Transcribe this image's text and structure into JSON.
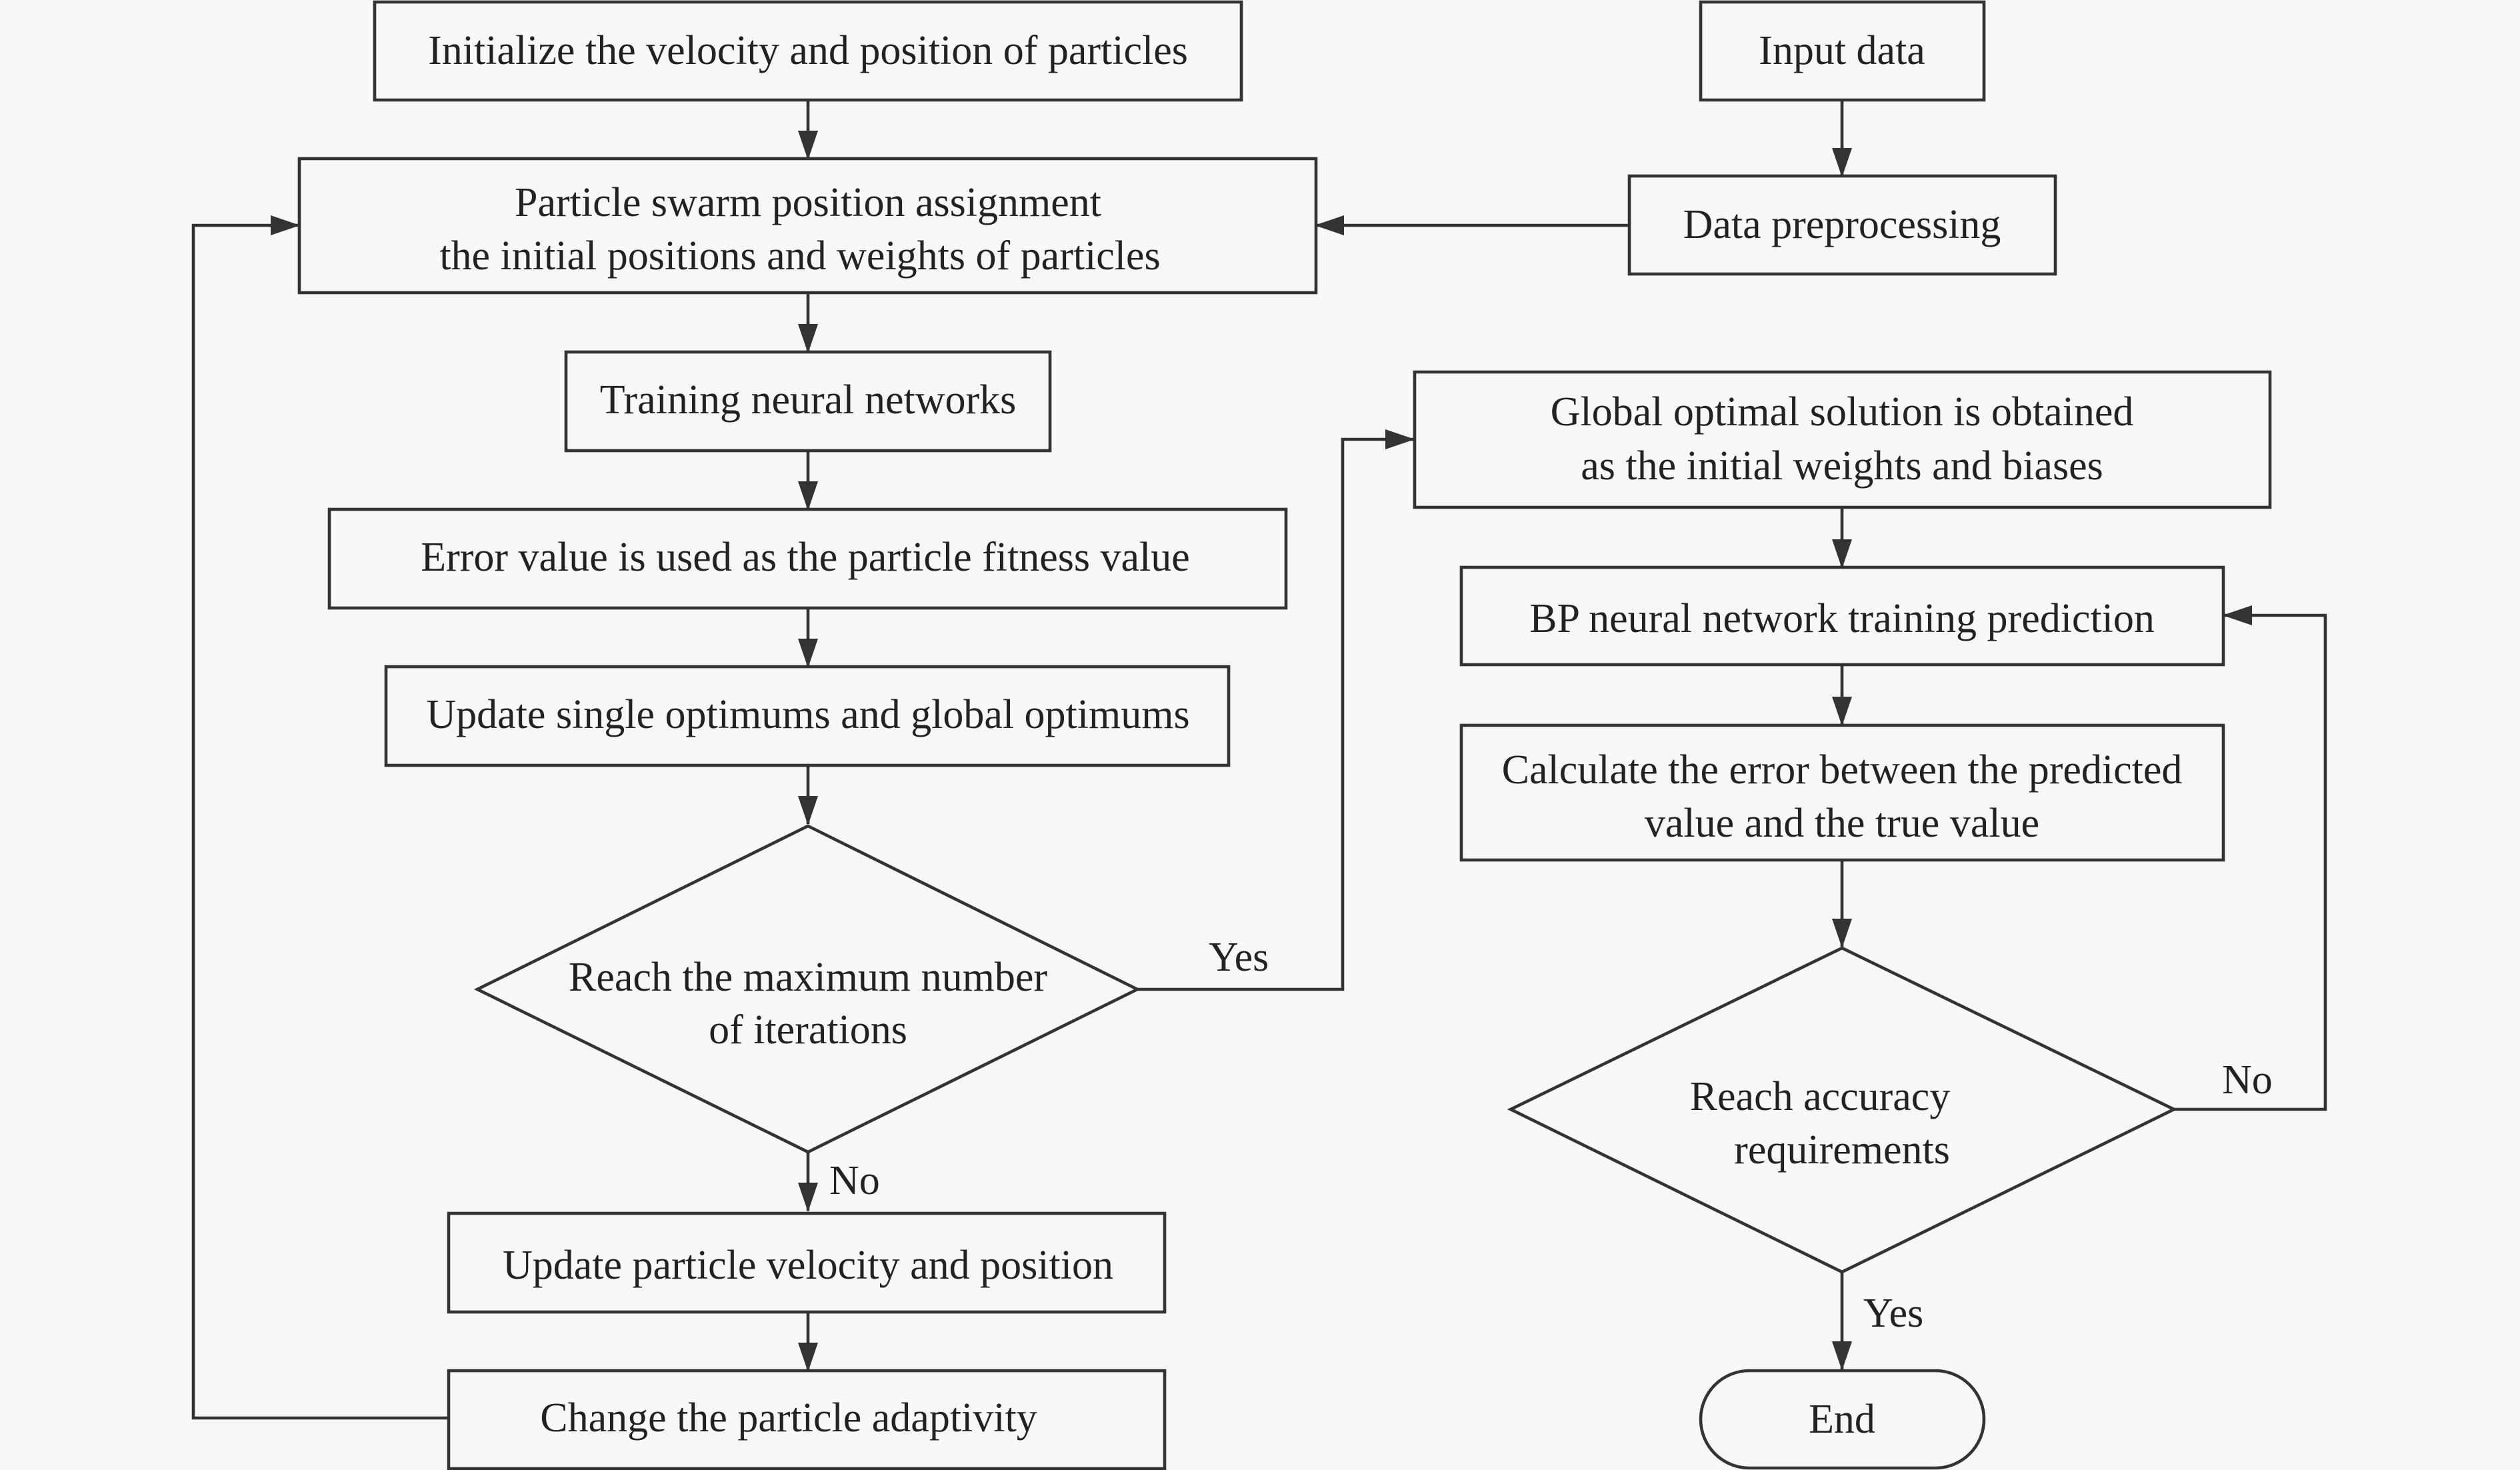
{
  "nodes": {
    "init": {
      "text": "Initialize the velocity and position of particles"
    },
    "input": {
      "text": "Input data"
    },
    "assign": {
      "line1": "Particle swarm position assignment",
      "line2": "the initial positions and weights of particles"
    },
    "preprocess": {
      "text": "Data preprocessing"
    },
    "train": {
      "text": "Training neural networks"
    },
    "fitness": {
      "text": "Error value is used as the particle fitness value"
    },
    "update_opt": {
      "text": "Update single optimums and global optimums"
    },
    "max_iter": {
      "line1": "Reach the maximum number",
      "line2": "of iterations"
    },
    "update_vel": {
      "text": "Update particle velocity and position"
    },
    "adapt": {
      "text": "Change the particle adaptivity"
    },
    "global": {
      "line1": "Global optimal solution is obtained",
      "line2": "as the initial weights and biases"
    },
    "bp_train": {
      "text": "BP neural network training prediction"
    },
    "calc_err": {
      "line1": "Calculate the error between the predicted",
      "line2": "value and the true value"
    },
    "accuracy": {
      "line1": "Reach accuracy",
      "line2": "requirements"
    },
    "end": {
      "text": "End"
    }
  },
  "edge_labels": {
    "iter_yes": "Yes",
    "iter_no": "No",
    "acc_no": "No",
    "acc_yes": "Yes"
  },
  "colors": {
    "stroke": "#333333",
    "background": "#f7f7f7",
    "text": "#222222"
  }
}
